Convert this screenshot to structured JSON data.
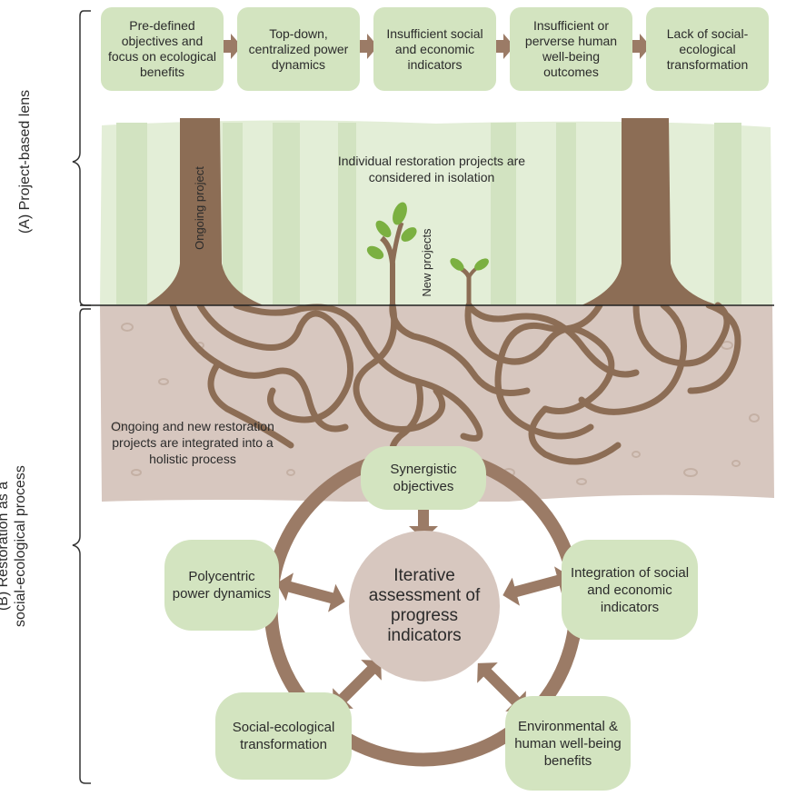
{
  "section_a": {
    "side_label": "(A) Project-based lens",
    "flow_steps": [
      "Pre-defined objectives and focus on ecological benefits",
      "Top-down, centralized power dynamics",
      "Insufficient social and economic indicators",
      "Insufficient or perverse human well-being outcomes",
      "Lack of social-ecological transformation"
    ],
    "forest_caption": "Individual restoration projects are considered in isolation",
    "ongoing_project_label": "Ongoing project",
    "new_projects_label": "New projects"
  },
  "section_b": {
    "side_label": "(B) Restoration as a\nsocial-ecological process",
    "soil_caption": "Ongoing and new restoration projects are integrated into a holistic process",
    "center": "Iterative assessment of progress indicators",
    "nodes": {
      "top": "Synergistic objectives",
      "right": "Integration of social and economic indicators",
      "bottom_right": "Environmental & human well-being benefits",
      "bottom_left": "Social-ecological transformation",
      "left": "Polycentric power dynamics"
    }
  },
  "colors": {
    "box_green": "#d3e4c0",
    "forest_bg": "#e3eed7",
    "soil": "#d7c7bf",
    "root_brown": "#8c6d55",
    "arrow_brown": "#9b7b66",
    "leaf_green": "#7bb041"
  }
}
